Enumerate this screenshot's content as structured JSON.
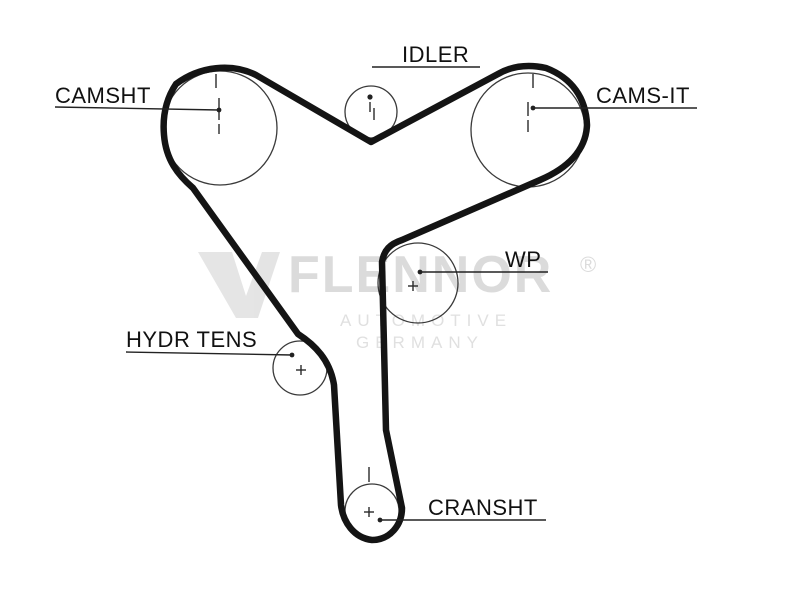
{
  "labels": {
    "idler": "IDLER",
    "camshaft_left": "CAMSHT",
    "camshaft_right": "CAMS-IT",
    "water_pump": "WP",
    "hydraulic_tensioner": "HYDR TENS",
    "crankshaft": "CRANSHT"
  },
  "watermark": {
    "brand": "FLENNOR",
    "line1": "AUTOMOTIVE",
    "line2": "GERMANY",
    "registered": "®"
  },
  "colors": {
    "belt": "#141414",
    "pulley": "#3a3a3a",
    "leader": "#222222",
    "watermark": "#d6d6d6"
  }
}
